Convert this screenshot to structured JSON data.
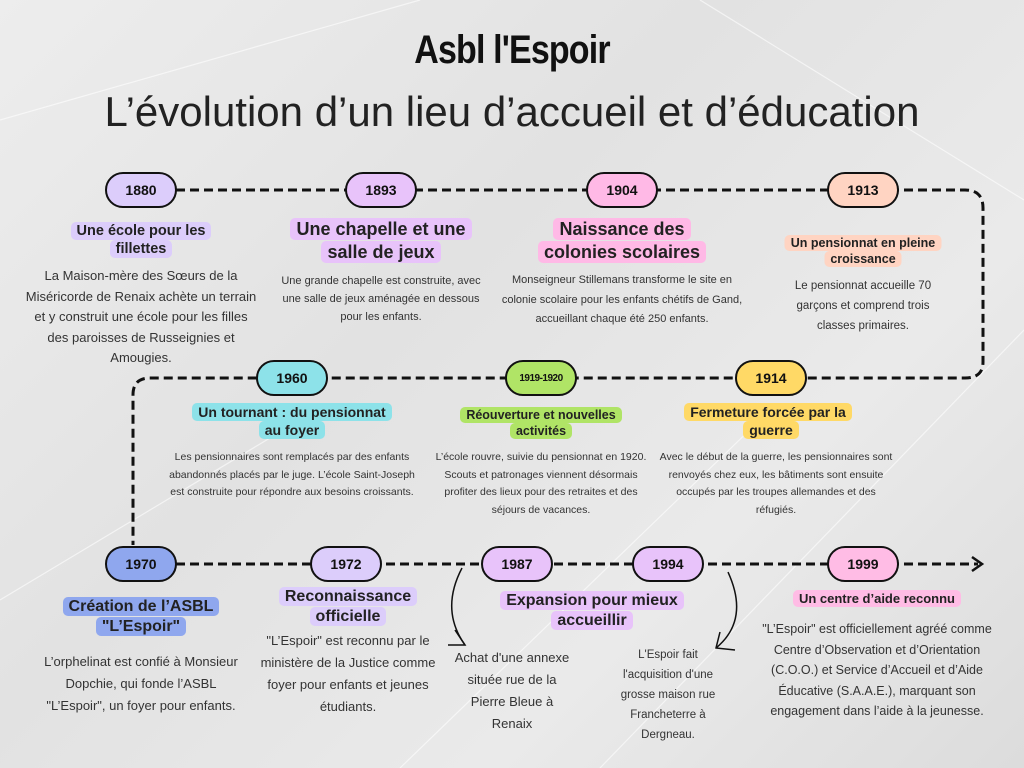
{
  "header": {
    "title": "Asbl l'Espoir",
    "subtitle": "L’évolution d’un lieu d’accueil et d’éducation"
  },
  "colors": {
    "line": "#111111",
    "background": "#e6e6e6"
  },
  "pills": [
    {
      "year": "1880",
      "color": "#dccdfb"
    },
    {
      "year": "1893",
      "color": "#e8c3fa"
    },
    {
      "year": "1904",
      "color": "#ffb9e6"
    },
    {
      "year": "1913",
      "color": "#ffd4c2"
    },
    {
      "year": "1960",
      "color": "#8de2e9"
    },
    {
      "year": "1919-1920",
      "color": "#b0e466"
    },
    {
      "year": "1914",
      "color": "#ffd966"
    },
    {
      "year": "1970",
      "color": "#8fa7ee"
    },
    {
      "year": "1972",
      "color": "#dccdfb"
    },
    {
      "year": "1987",
      "color": "#e8c3fa"
    },
    {
      "year": "1994",
      "color": "#e8c3fa"
    },
    {
      "year": "1999",
      "color": "#ffbce5"
    }
  ],
  "events": {
    "e1880": {
      "title": "Une école pour les fillettes",
      "body": "La Maison-mère des Sœurs de la Miséricorde de Renaix achète un terrain et y construit une école pour les filles des paroisses de Russeignies et Amougies."
    },
    "e1893": {
      "title": "Une chapelle et une salle de jeux",
      "body": "Une grande chapelle est construite, avec une salle de jeux aménagée en dessous pour les enfants."
    },
    "e1904": {
      "title": "Naissance des colonies scolaires",
      "body": "Monseigneur Stillemans transforme le site en colonie scolaire pour les enfants chétifs de Gand, accueillant chaque été 250 enfants."
    },
    "e1913": {
      "title": "Un pensionnat en pleine croissance",
      "body": "Le pensionnat accueille 70 garçons et comprend trois classes primaires."
    },
    "e1960": {
      "title": "Un tournant : du pensionnat au foyer",
      "body": "Les pensionnaires sont remplacés par des enfants abandonnés placés par le juge. L’école Saint-Joseph est construite pour répondre aux besoins croissants."
    },
    "e1919": {
      "title": "Réouverture et nouvelles activités",
      "body": "L’école rouvre, suivie du pensionnat en 1920. Scouts et patronages viennent désormais profiter des lieux pour des retraites et des séjours de vacances."
    },
    "e1914": {
      "title": "Fermeture forcée par la guerre",
      "body": "Avec le début de la guerre, les pensionnaires sont renvoyés chez eux, les bâtiments sont ensuite occupés par les troupes allemandes et des réfugiés."
    },
    "e1970": {
      "title": "Création de l’ASBL \"L’Espoir\"",
      "body": "L’orphelinat est confié à Monsieur Dopchie, qui fonde l’ASBL \"L’Espoir\", un foyer pour enfants."
    },
    "e1972": {
      "title": "Reconnaissance officielle",
      "body": "\"L’Espoir\" est reconnu par le ministère de la Justice comme foyer pour enfants et jeunes étudiants."
    },
    "expansion": {
      "title": "Expansion pour mieux accueillir",
      "body1987": "Achat d'une annexe située rue de la Pierre Bleue à Renaix",
      "body1994": "L'Espoir fait l'acquisition d'une grosse maison rue Francheterre à Dergneau."
    },
    "e1999": {
      "title": "Un centre d’aide reconnu",
      "body": "\"L’Espoir\" est officiellement agréé comme Centre d’Observation et d’Orientation (C.O.O.) et Service d’Accueil et d’Aide Éducative (S.A.A.E.), marquant son engagement dans l’aide à la jeunesse."
    }
  }
}
